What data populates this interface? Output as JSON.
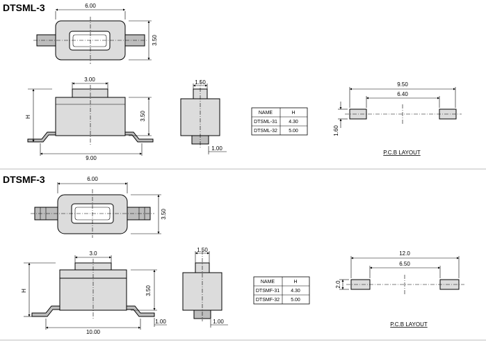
{
  "sections": [
    {
      "title": "DTSML-3",
      "top_view": {
        "width": "6.00",
        "height": "3.50"
      },
      "front_view": {
        "width": "9.00",
        "actuator_width": "3.00",
        "body_height": "3.50",
        "height": "H"
      },
      "side_view": {
        "width": "1.50",
        "lead": "1.00"
      },
      "table": {
        "headers": [
          "NAME",
          "H"
        ],
        "rows": [
          [
            "DTSML-31",
            "4.30"
          ],
          [
            "DTSML-32",
            "5.00"
          ]
        ]
      },
      "pcb_layout": {
        "caption": "P.C.B LAYOUT",
        "outer": "9.50",
        "inner": "6.40",
        "pad": "1.60"
      }
    },
    {
      "title": "DTSMF-3",
      "top_view": {
        "width": "6.00",
        "height": "3.50"
      },
      "front_view": {
        "width": "10.00",
        "actuator_width": "3.0",
        "body_height": "3.50",
        "height": "H",
        "lead": "1.00"
      },
      "side_view": {
        "width": "1.50",
        "lead": "1.00"
      },
      "table": {
        "headers": [
          "NAME",
          "H"
        ],
        "rows": [
          [
            "DTSMF-31",
            "4.30"
          ],
          [
            "DTSMF-32",
            "5.00"
          ]
        ]
      },
      "pcb_layout": {
        "caption": "P.C.B LAYOUT",
        "outer": "12.0",
        "inner": "6.50",
        "pad": "2.0"
      }
    }
  ]
}
